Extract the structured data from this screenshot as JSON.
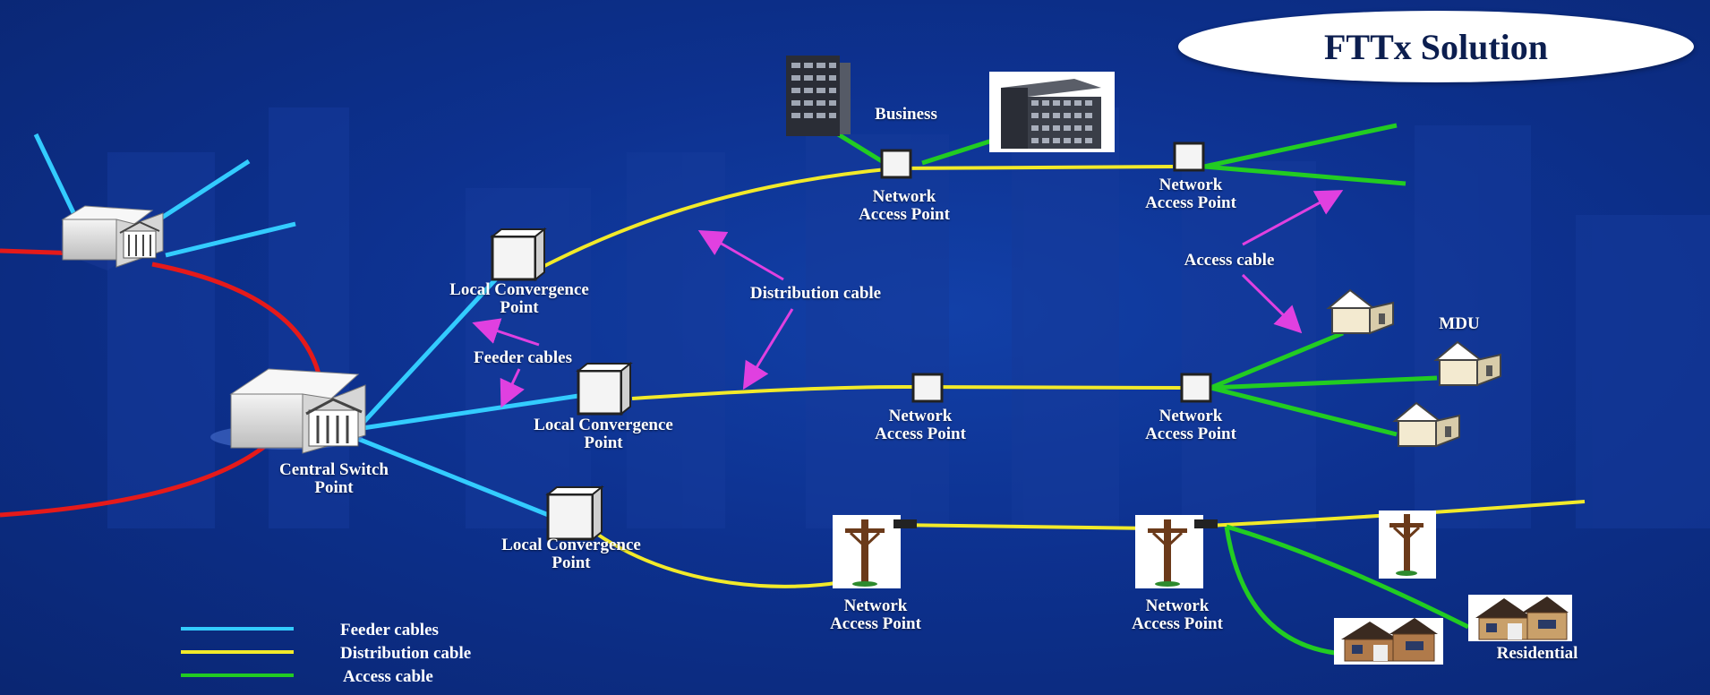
{
  "title": "FTTx Solution",
  "colors": {
    "feeder": "#33ccff",
    "distribution": "#f2ea2a",
    "access": "#22cc22",
    "trunk": "#e51a1a",
    "arrow": "#e040e0"
  },
  "nodes": {
    "central_switch": [
      "Central Switch",
      "Point"
    ],
    "lcp_top": [
      "Local Convergence",
      "Point"
    ],
    "lcp_mid": [
      "Local Convergence",
      "Point"
    ],
    "lcp_bottom": [
      "Local Convergence",
      "Point"
    ],
    "nap_top_1": [
      "Network",
      "Access Point"
    ],
    "nap_top_2": [
      "Network",
      "Access Point"
    ],
    "nap_mid_1": [
      "Network",
      "Access Point"
    ],
    "nap_mid_2": [
      "Network",
      "Access Point"
    ],
    "nap_bottom_1": [
      "Network",
      "Access Point"
    ],
    "nap_bottom_2": [
      "Network",
      "Access Point"
    ]
  },
  "annotations": {
    "business": "Business",
    "mdu": "MDU",
    "residential": "Residential",
    "distribution_cable": "Distribution cable",
    "access_cable": "Access cable",
    "feeder_cables": "Feeder cables"
  },
  "legend": [
    {
      "label": "Feeder cables",
      "color": "#33ccff"
    },
    {
      "label": "Distribution cable",
      "color": "#f2ea2a"
    },
    {
      "label": "Access cable",
      "color": "#22cc22"
    }
  ]
}
